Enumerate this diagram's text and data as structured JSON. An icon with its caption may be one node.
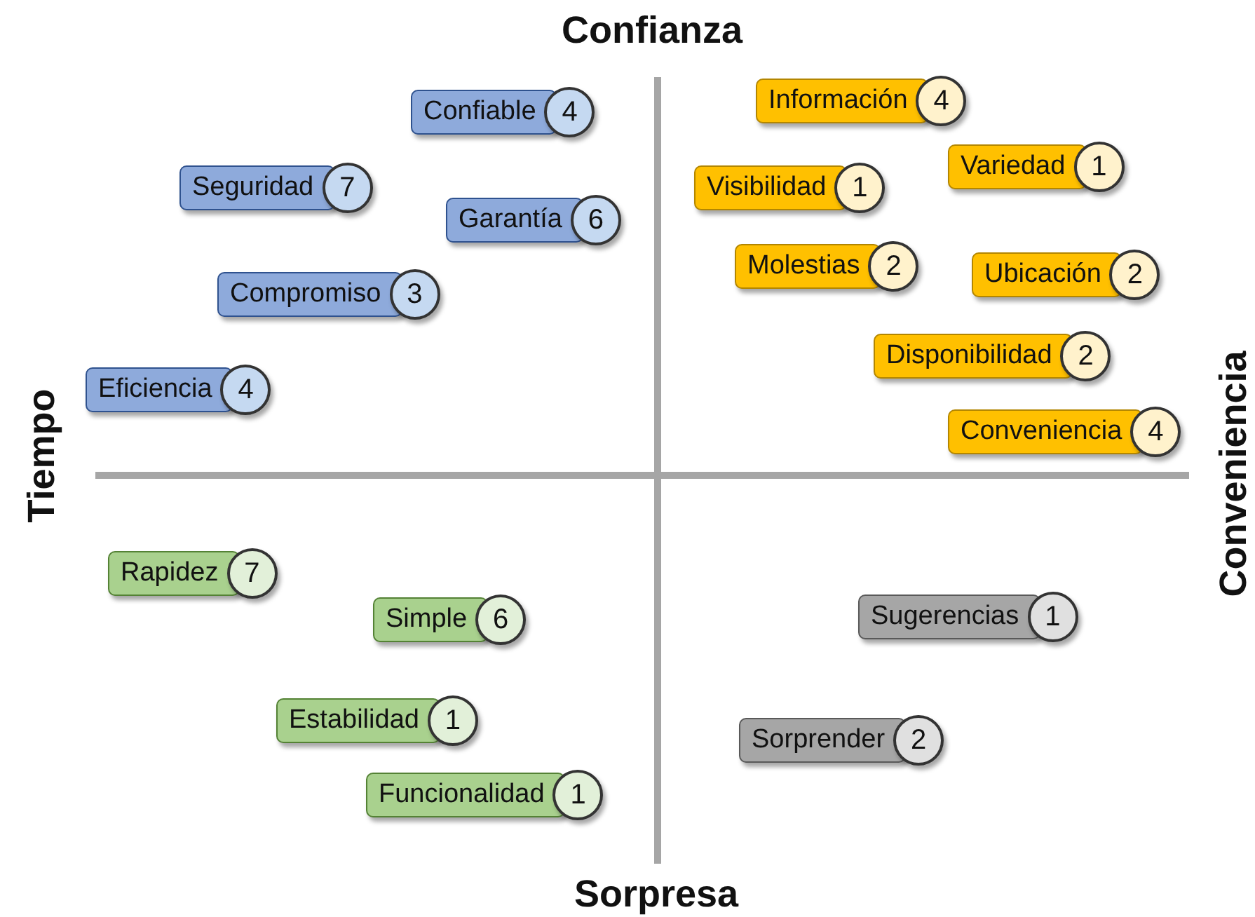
{
  "diagram": {
    "nodes": [
      {
        "text": [
          "Confiable",
          "4"
        ]
      },
      {
        "text": [
          "Seguridad",
          "7"
        ]
      },
      {
        "text": [
          "Garantía",
          "6"
        ]
      },
      {
        "text": [
          "Compromiso",
          "3"
        ]
      },
      {
        "text": [
          "Eficiencia",
          "4"
        ]
      },
      {
        "text": [
          "Información",
          "4"
        ]
      },
      {
        "text": [
          "Variedad",
          "1"
        ]
      },
      {
        "text": [
          "Visibilidad",
          "1"
        ]
      },
      {
        "text": [
          "Molestias",
          "2"
        ]
      },
      {
        "text": [
          "Ubicación",
          "2"
        ]
      },
      {
        "text": [
          "Disponibilidad",
          "2"
        ]
      },
      {
        "text": [
          "Conveniencia",
          "4"
        ]
      },
      {
        "text": [
          "Rapidez",
          "7"
        ]
      },
      {
        "text": [
          "Simple",
          "6"
        ]
      },
      {
        "text": [
          "Estabilidad",
          "1"
        ]
      },
      {
        "text": [
          "Funcionalidad",
          "1"
        ]
      },
      {
        "text": [
          "Sugerencias",
          "1"
        ]
      },
      {
        "text": [
          "Sorprender",
          "2"
        ]
      }
    ],
    "edges": [],
    "labels": [
      "Confianza",
      "Tiempo",
      "Conveniencia",
      "Sorpresa"
    ]
  }
}
